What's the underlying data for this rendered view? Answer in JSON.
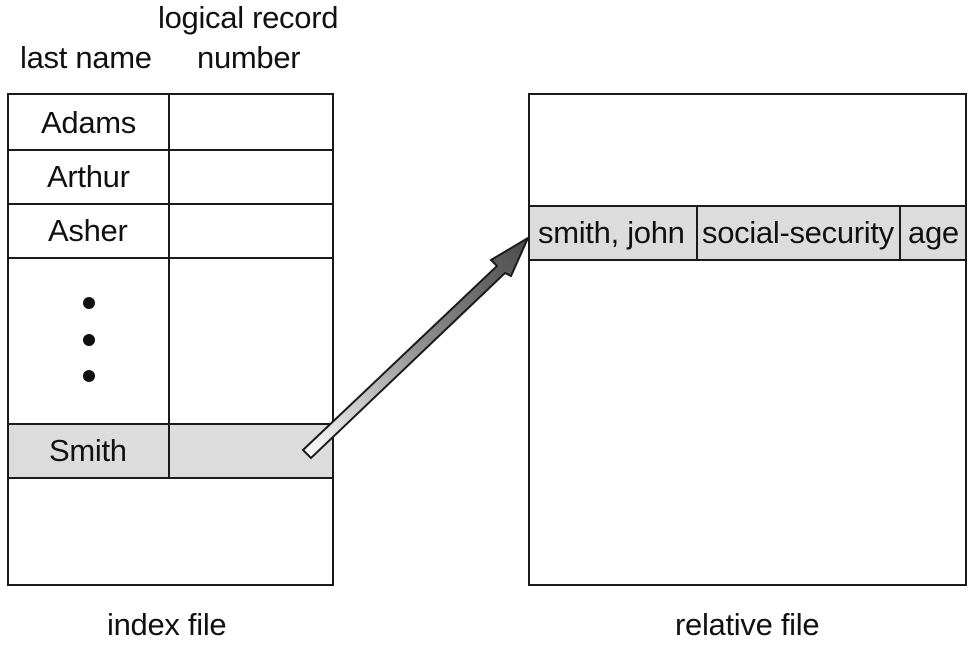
{
  "headers": {
    "last_name": "last name",
    "logical_record_line1": "logical record",
    "logical_record_line2": "number"
  },
  "index_file": {
    "rows": [
      {
        "name": "Adams",
        "record": ""
      },
      {
        "name": "Arthur",
        "record": ""
      },
      {
        "name": "Asher",
        "record": ""
      },
      {
        "name": "Smith",
        "record": ""
      }
    ],
    "caption": "index file"
  },
  "relative_file": {
    "record": {
      "field_name": "smith, john",
      "field_ssn": "social-security",
      "field_age": "age"
    },
    "caption": "relative file"
  },
  "colors": {
    "highlight": "#dcdcdc",
    "arrow_fill": "#6e6e6e",
    "border": "#1a1a1a"
  }
}
